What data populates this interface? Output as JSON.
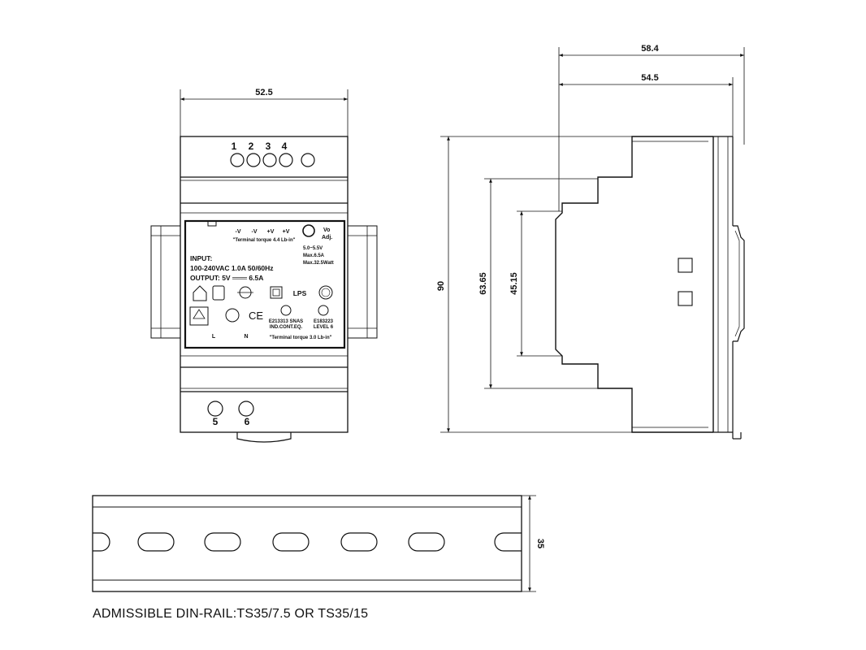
{
  "front_view": {
    "width_dim": "52.5",
    "top_terminals": [
      "1",
      "2",
      "3",
      "4"
    ],
    "bottom_terminals": [
      "5",
      "6"
    ],
    "label_panel": {
      "top_polarity": [
        "-V",
        "-V",
        "+V",
        "+V"
      ],
      "top_torque": "\"Terminal torque 4.4 Lb-in\"",
      "vo_adj_line1": "Vo",
      "vo_adj_line2": "Adj.",
      "output_range": "5.0~5.5V",
      "max_current": "Max.6.5A",
      "max_power": "Max.32.5Watt",
      "input_title": "INPUT:",
      "input_spec": "100-240VAC  1.0A  50/60Hz",
      "output_spec": "OUTPUT: 5V ═══ 6.5A",
      "lps_mark": "LPS",
      "ce_mark": "CE",
      "cert_left_1": "E213313 SNAS",
      "cert_left_2": "IND.CONT.EQ.",
      "cert_right_1": "E183223",
      "cert_right_2": "LEVEL 6",
      "bottom_terminal_L": "L",
      "bottom_terminal_N": "N",
      "bottom_torque": "\"Terminal torque 3.0 Lb-in\""
    }
  },
  "side_view": {
    "depth_total_dim": "58.4",
    "depth_body_dim": "54.5",
    "height_dim": "90",
    "step1_dim": "63.65",
    "step2_dim": "45.15"
  },
  "rail_view": {
    "height_dim": "35"
  },
  "caption": "ADMISSIBLE DIN-RAIL:TS35/7.5 OR TS35/15"
}
